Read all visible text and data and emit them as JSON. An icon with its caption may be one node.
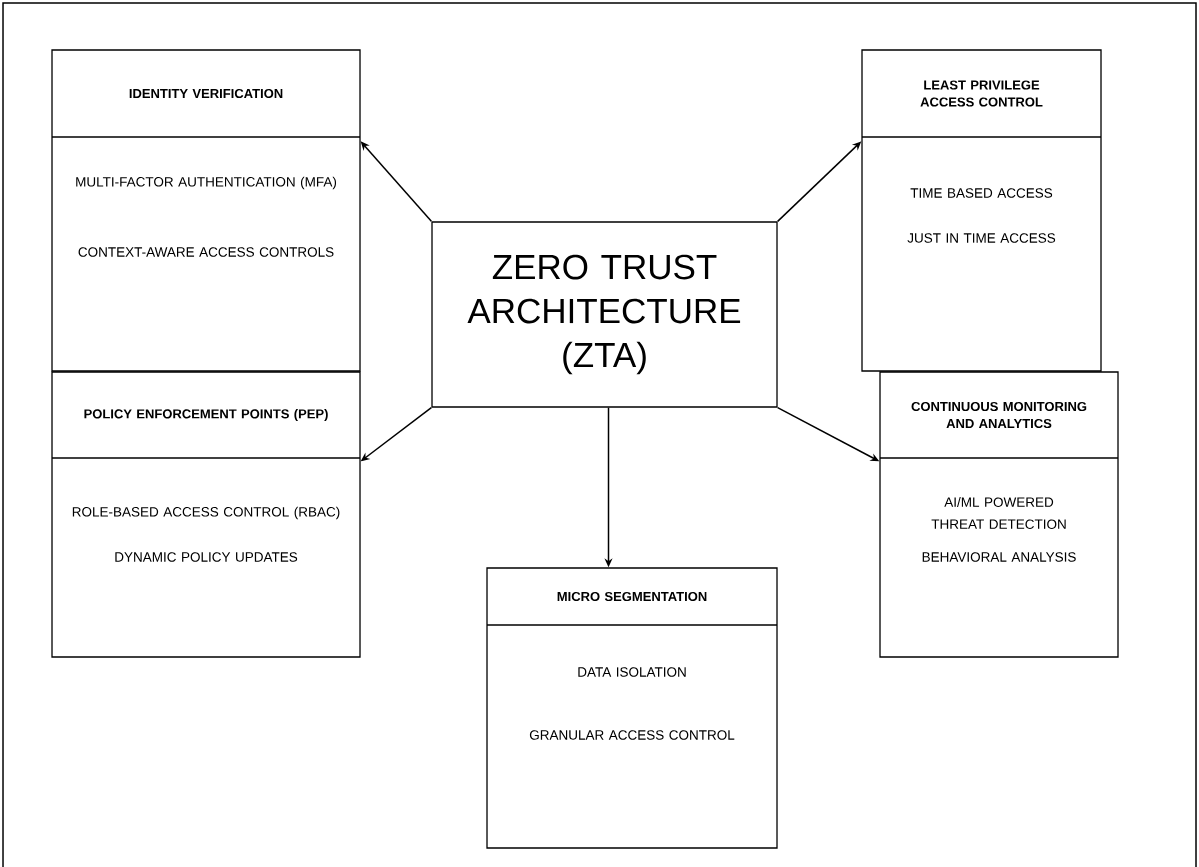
{
  "diagram": {
    "nodes": [
      {
        "text": [
          "IDENTITY VERIFICATION",
          "MULTI-FACTOR AUTHENTICATION (MFA)",
          "CONTEXT-AWARE ACCESS CONTROLS"
        ]
      },
      {
        "text": [
          "LEAST PRIVILEGE ACCESS CONTROL",
          "TIME BASED ACCESS",
          "JUST IN TIME ACCESS"
        ]
      },
      {
        "text": [
          "ZERO TRUST ARCHITECTURE (ZTA)"
        ]
      },
      {
        "text": [
          "POLICY ENFORCEMENT POINTS (PEP)",
          "ROLE-BASED ACCESS CONTROL (RBAC)",
          "DYNAMIC POLICY UPDATES"
        ]
      },
      {
        "text": [
          "CONTINUOUS MONITORING AND ANALYTICS",
          "AI/ML POWERED THREAT DETECTION",
          "BEHAVIORAL ANALYSIS"
        ]
      },
      {
        "text": [
          "MICRO SEGMENTATION",
          "DATA ISOLATION",
          "GRANULAR ACCESS CONTROL"
        ]
      }
    ],
    "edges": [
      {
        "from": 2,
        "to": 0,
        "arrow": "to"
      },
      {
        "from": 2,
        "to": 1,
        "arrow": "to"
      },
      {
        "from": 2,
        "to": 3,
        "arrow": "to"
      },
      {
        "from": 2,
        "to": 4,
        "arrow": "to"
      },
      {
        "from": 2,
        "to": 5,
        "arrow": "to"
      }
    ]
  }
}
